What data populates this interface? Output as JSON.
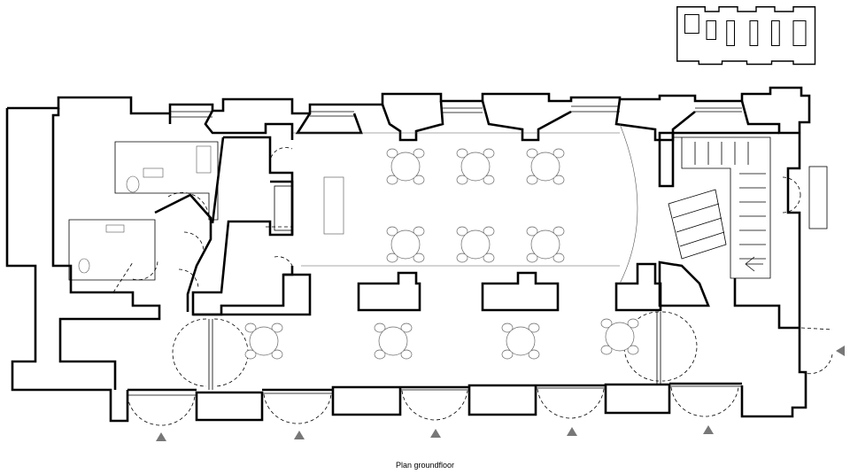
{
  "caption": "Plan groundfloor",
  "icons": {
    "entrance_marker": "triangle-arrow",
    "key_plan": "mini-site-plan",
    "stair_arrow": "arrow-left"
  },
  "colors": {
    "walls": "#000000",
    "furniture": "#666666",
    "entrance_markers": "#777777",
    "background": "#ffffff"
  }
}
